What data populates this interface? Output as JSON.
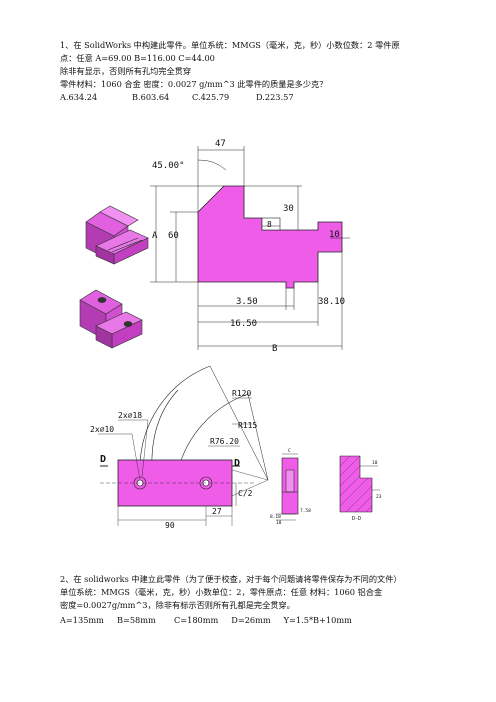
{
  "q1": {
    "line1": "1、在 SolidWorks 中构建此零件。单位系统：MMGS（毫米，克，秒）小数位数：2  零件原",
    "line2": "点：任意    A=69.00     B=116.00     C=44.00",
    "line3": "除非有显示，否则所有孔均完全贯穿",
    "line4": "零件材料：1060  合金  密度：0.0027 g/mm^3  此零件的质量是多少克？",
    "options": [
      "A.634.24",
      "B.603.64",
      "C.425.79",
      "D.223.57"
    ]
  },
  "drawing1": {
    "angle": "45.00°",
    "top": "47",
    "d30": "30",
    "d8": "8",
    "d10": "10",
    "A": "A",
    "d60": "60",
    "d350": "3.50",
    "d3810": "38.10",
    "d1650": "16.50",
    "B": "B"
  },
  "drawing2": {
    "R120": "R120",
    "hole18": "2x⌀18",
    "hole10": "2x⌀10",
    "R115": "R115",
    "R7620": "R76.20",
    "D1": "D",
    "D2": "D",
    "C2": "C/2",
    "d90": "90",
    "d27": "27",
    "sec_C": "C",
    "sec_10": "10",
    "sec_23": "23",
    "sec_758": "7.58",
    "sec_818": "8.18",
    "sec_18": "18",
    "sec_DD": "D-D"
  },
  "q2": {
    "line1": "2、在 solidworks 中建立此零件（为了便于校查，对于每个问题请将零件保存为不同的文件）",
    "line2": "单位系统：MMGS（毫米，克，秒）小数单位：2，零件原点：任意  材料：1060 铝合金",
    "line3": "密度=0.0027g/mm^3，除非有标示否则所有孔都是完全贯穿。",
    "params": "A=135mm     B=58mm       C=180mm     D=26mm     Y=1.5*B+10mm"
  }
}
